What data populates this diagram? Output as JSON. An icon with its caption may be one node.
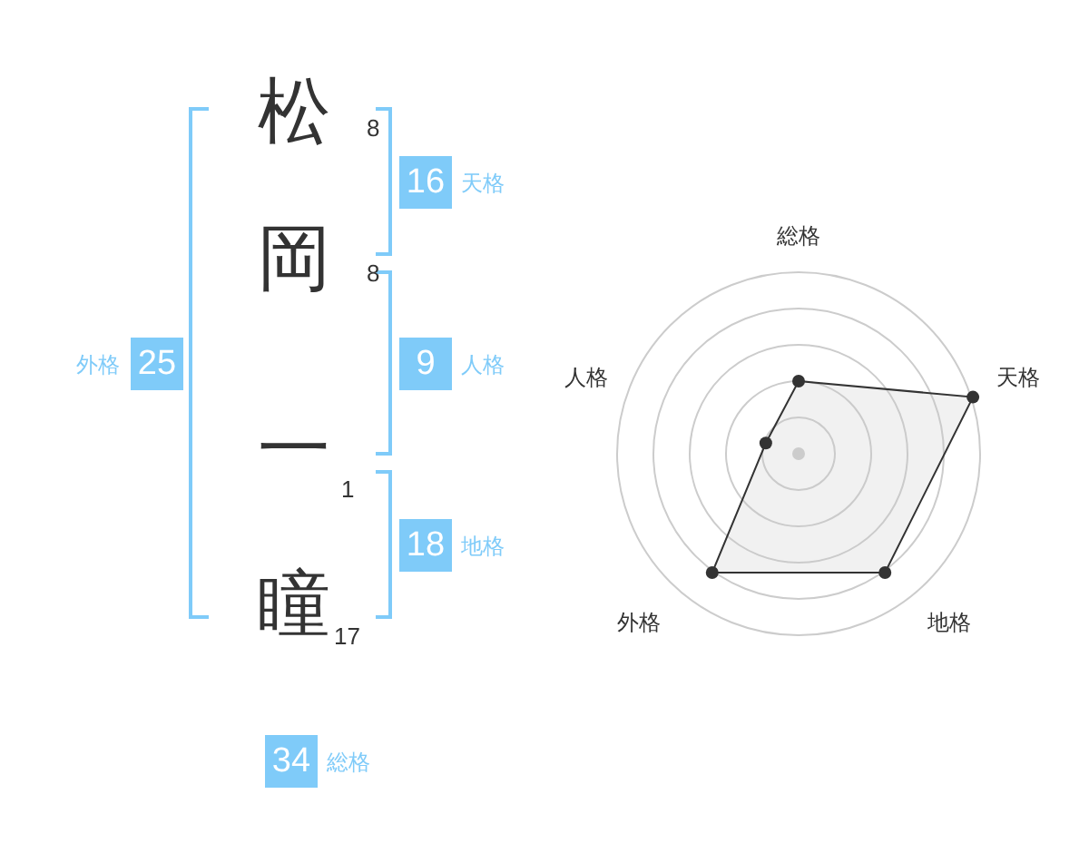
{
  "diagram": {
    "nodes": [
      {
        "text": [
          "16"
        ],
        "beside": [
          "天格"
        ]
      },
      {
        "text": [
          "25"
        ],
        "beside": [
          "外格"
        ]
      },
      {
        "text": [
          "9"
        ],
        "beside": [
          "人格"
        ]
      },
      {
        "text": [
          "18"
        ],
        "beside": [
          "地格"
        ]
      },
      {
        "text": [
          "34"
        ],
        "beside": [
          "総格"
        ]
      }
    ],
    "edges": [],
    "labels": [
      "松",
      "8",
      "岡",
      "8",
      "一",
      "1",
      "瞳",
      "17",
      "総格",
      "人格",
      "天格",
      "外格",
      "地格"
    ]
  }
}
